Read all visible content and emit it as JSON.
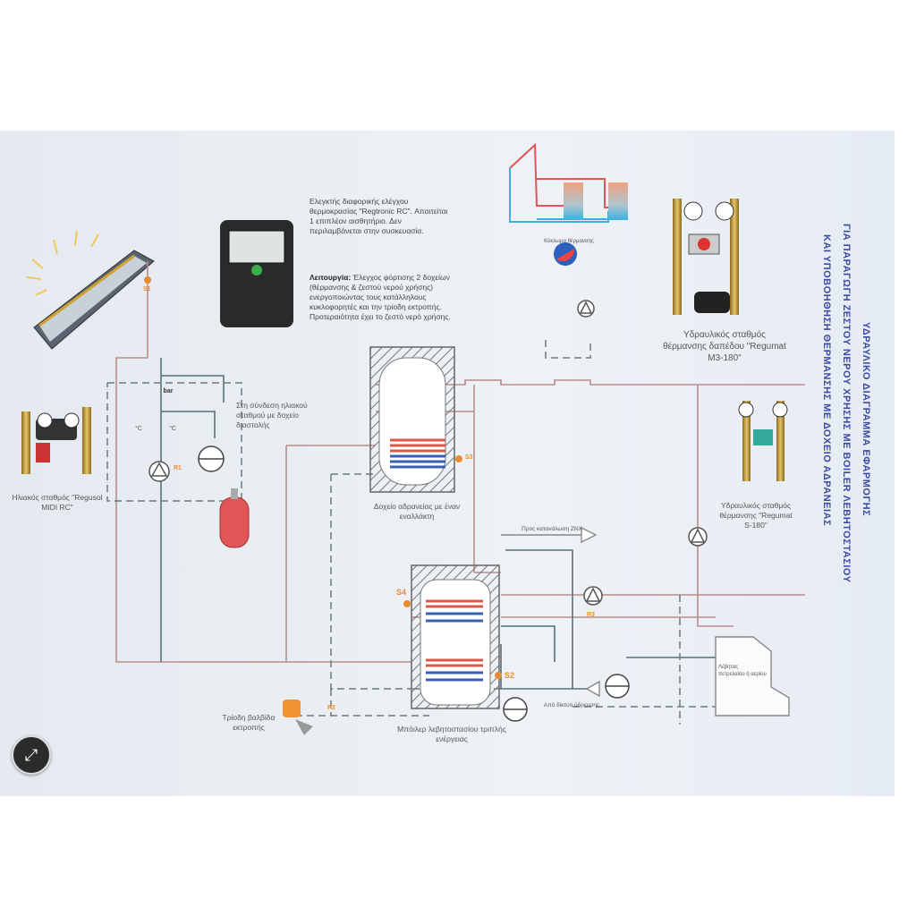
{
  "title": {
    "line1": "ΥΔΡΑΥΛΙΚΟ ΔΙΑΓΡΑΜΜΑ ΕΦΑΡΜΟΓΗΣ",
    "line2": "ΓΙΑ ΠΑΡΑΓΩΓΗ ΖΕΣΤΟΥ ΝΕΡΟΥ ΧΡΗΣΗΣ ΜΕ BOILER ΛΕΒΗΤΟΣΤΑΣΙΟΥ",
    "line3": "ΚΑΙ ΥΠΟΒΟΗΘΗΣΗ ΘΕΡΜΑΝΣΗΣ ΜΕ ΔΟΧΕΙΟ ΑΔΡΑΝΕΙΑΣ"
  },
  "controller_note": {
    "description": "Ελεγκτής διαφορικής ελέγχου θερμοκρασίας \"Regtronic RC\". Απαιτείται 1 επιπλέον αισθητήριο. Δεν περιλαμβάνεται στην συσκευασία.",
    "function_label": "Λειτουργία:",
    "function_text": "Έλεγχος φόρτισης 2 δοχείων (θέρμανσης & ζεστού νερού χρήσης) ενεργοποιώντας τους κατάλληλους κυκλοφορητές και την τρίοδη εκτροπής. Προτεραιότητα έχει το ζεστό νερό χρήσης."
  },
  "labels": {
    "solar_station": "Ηλιακός σταθμός \"Regusol MIDI RC\"",
    "expansion_connection": "Στη σύνδεση ηλιακού σταθμού με δοχείο διαστολής",
    "buffer_tank": "Δοχείο αδρανείας με έναν εναλλάκτη",
    "heating_circuit_mini": "Κύκλωμα θέρμανσης",
    "floor_station": "Υδραυλικός σταθμός θέρμανσης δαπέδου \"Regumat M3-180\"",
    "heating_station": "Υδραυλικός σταθμός θέρμανσης \"Regumat S-180\"",
    "to_consumption": "Προς κατανάλωση ΖΝΧ",
    "from_mains": "Από δίκτυο ύδρευσης",
    "boiler_tank": "Μπόιλερ λεβητοστασίου τριπλής ενέργειας",
    "diverter_valve": "Τρίοδη βαλβίδα εκτροπής",
    "boiler_line1": "Λέβητας",
    "boiler_line2": "πετρελαίου ή αερίου",
    "bar": "bar",
    "deg_c": "°C"
  },
  "sensors": {
    "s1": "S1",
    "s2": "S2",
    "s3": "S3",
    "s4": "S4",
    "r1": "R1",
    "r2": "R2",
    "r3": "R3"
  },
  "colors": {
    "title_blue": "#3c4aa8",
    "hot_pipe": "#b98c8c",
    "cold_pipe": "#5a6f78",
    "sensor_orange": "#e98b2e",
    "coil_red": "#d9584a",
    "coil_blue": "#3a5fb0"
  },
  "controls": {
    "expand_icon": "⤢"
  }
}
